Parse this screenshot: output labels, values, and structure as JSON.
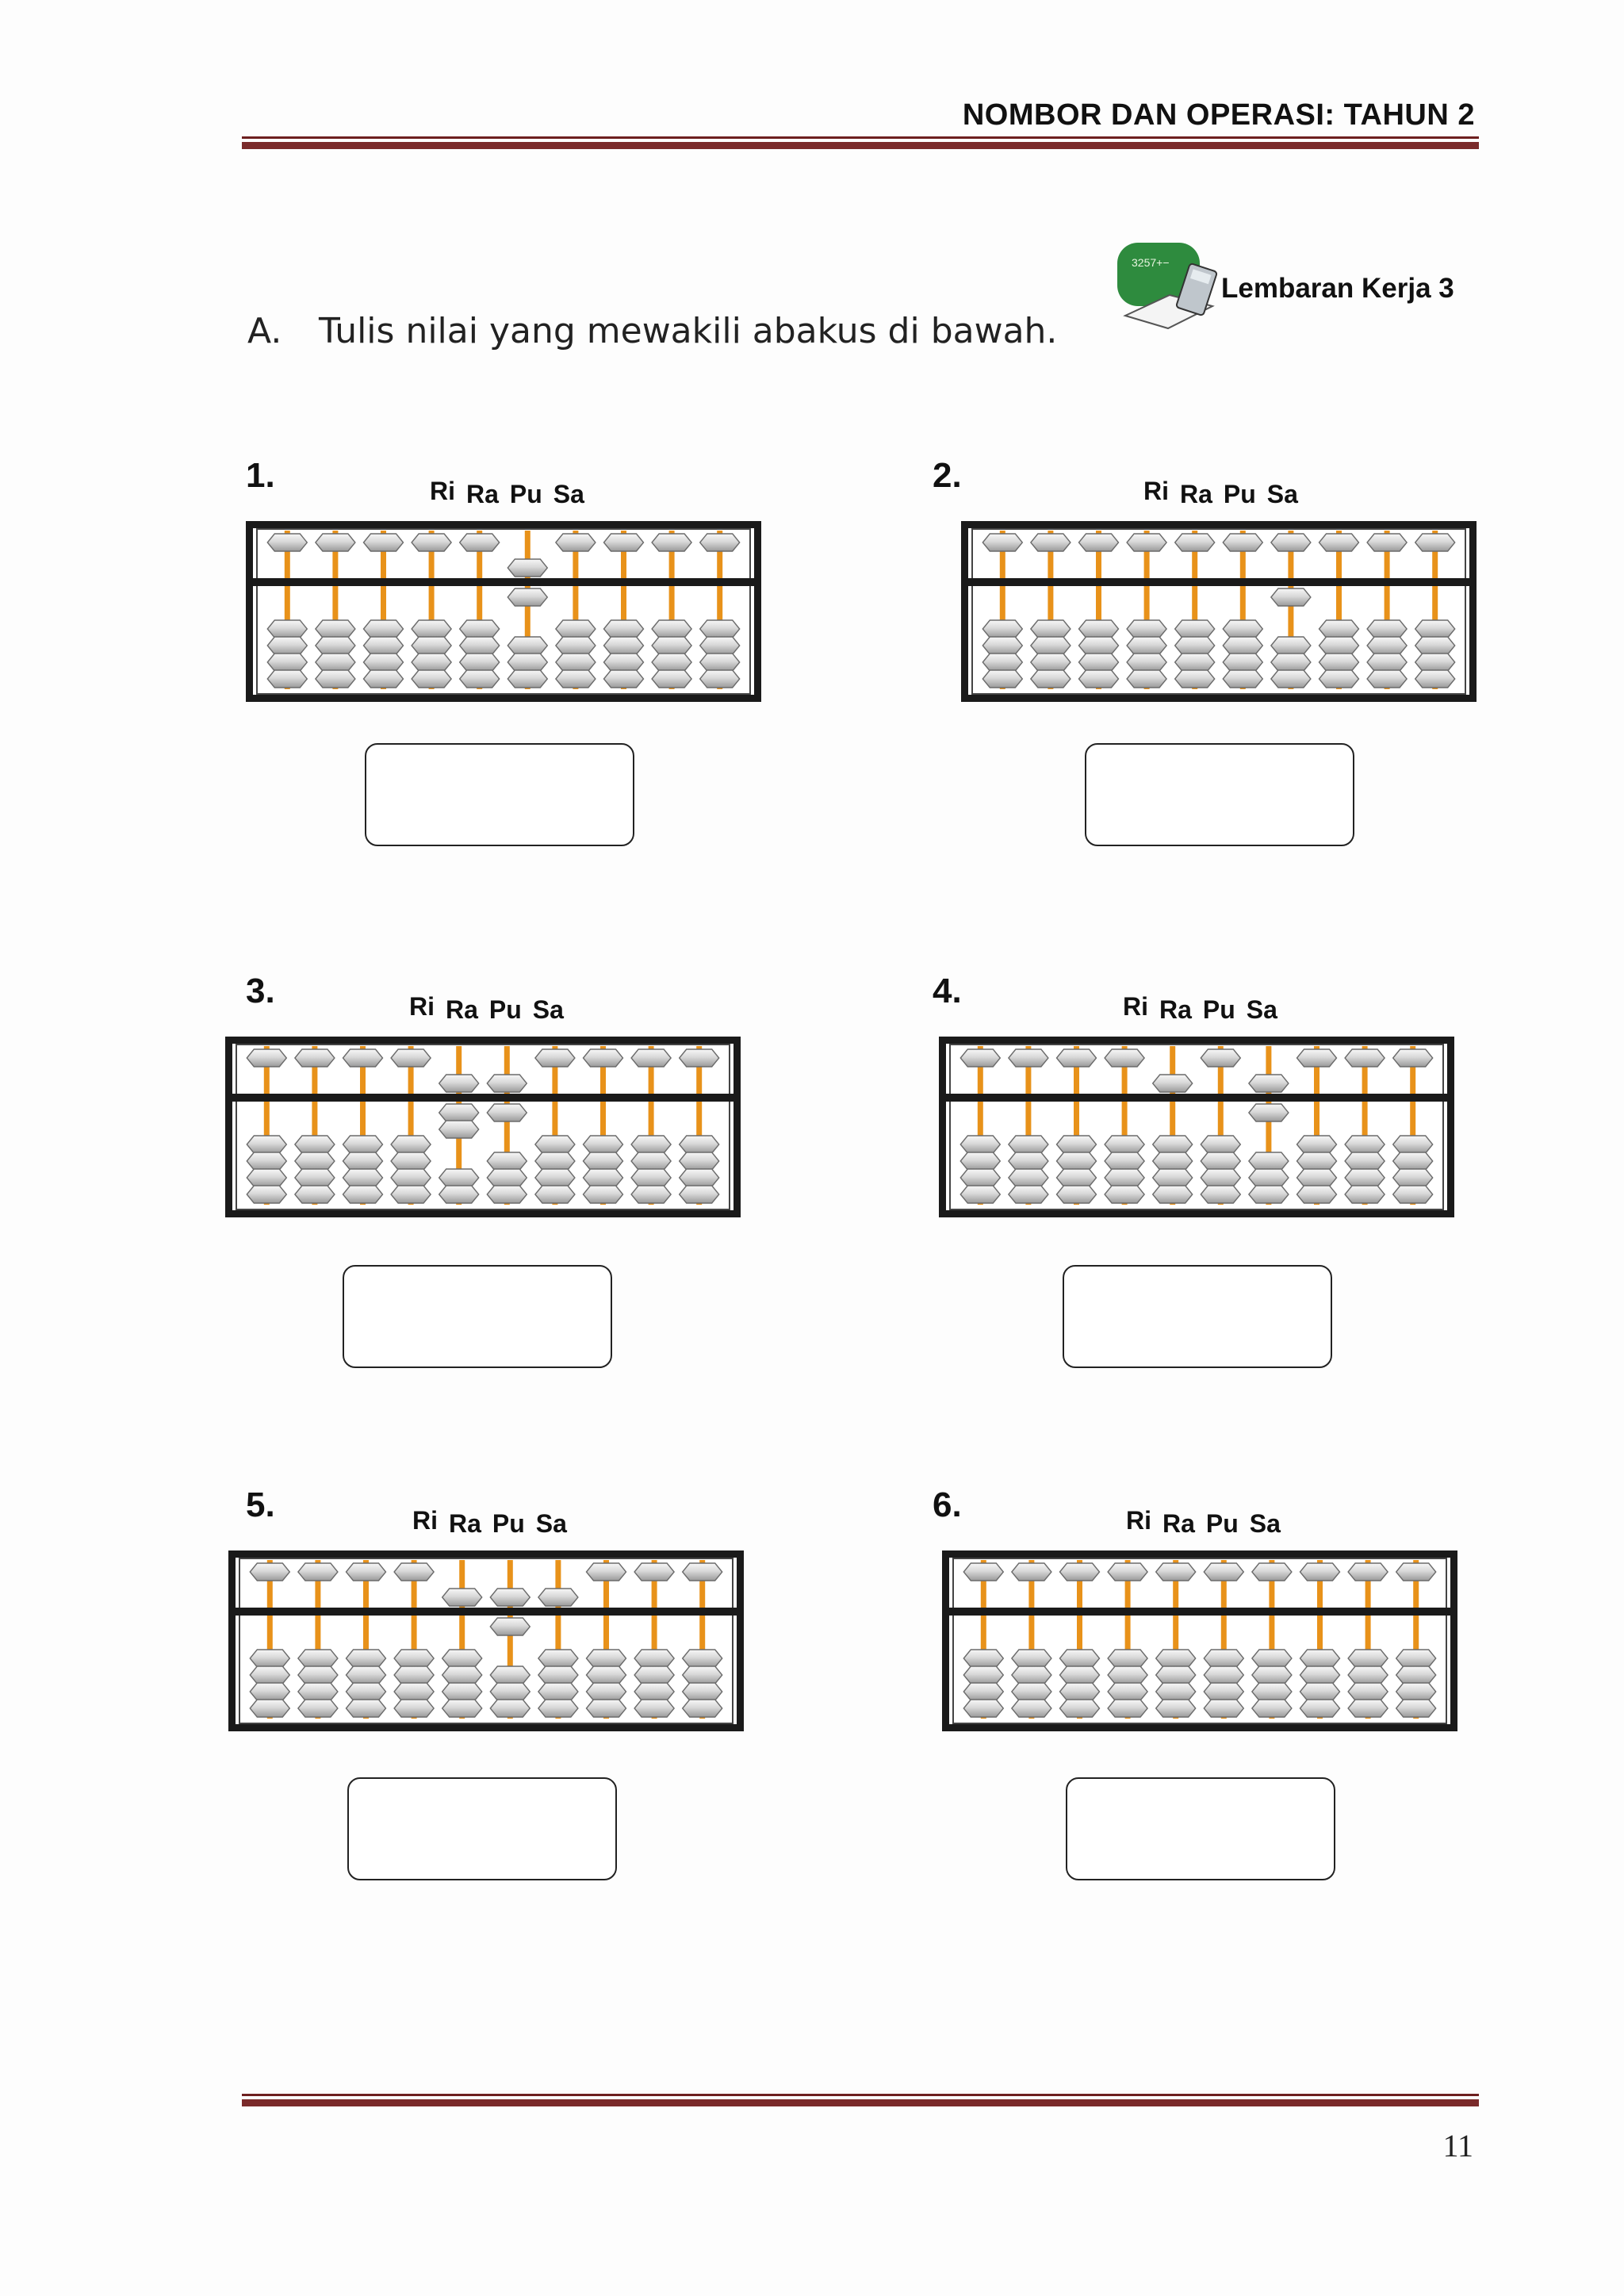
{
  "header": {
    "title": "NOMBOR DAN OPERASI: TAHUN 2"
  },
  "badge": {
    "label": "Lembaran Kerja 3",
    "icon": "calculator-book-icon",
    "icon_text": "3257+−"
  },
  "instruction": {
    "letter": "A.",
    "text": "Tulis nilai yang mewakili abakus di bawah."
  },
  "place_labels": [
    "Ri",
    "Ra",
    "Pu",
    "Sa"
  ],
  "rods_per_abacus": 10,
  "colors": {
    "frame": "#1a1a1a",
    "rod": "#e8921a",
    "bead": "#cfcfcf",
    "rule": "#7a2a2a"
  },
  "items": [
    {
      "number": "1.",
      "heaven_down": [
        0,
        0,
        0,
        0,
        0,
        1,
        0,
        0,
        0,
        0
      ],
      "earth_up": [
        0,
        0,
        0,
        0,
        0,
        1,
        0,
        0,
        0,
        0
      ]
    },
    {
      "number": "2.",
      "heaven_down": [
        0,
        0,
        0,
        0,
        0,
        0,
        0,
        0,
        0,
        0
      ],
      "earth_up": [
        0,
        0,
        0,
        0,
        0,
        0,
        1,
        0,
        0,
        0
      ]
    },
    {
      "number": "3.",
      "heaven_down": [
        0,
        0,
        0,
        0,
        1,
        1,
        0,
        0,
        0,
        0
      ],
      "earth_up": [
        0,
        0,
        0,
        0,
        2,
        1,
        0,
        0,
        0,
        0
      ]
    },
    {
      "number": "4.",
      "heaven_down": [
        0,
        0,
        0,
        0,
        1,
        0,
        1,
        0,
        0,
        0
      ],
      "earth_up": [
        0,
        0,
        0,
        0,
        0,
        0,
        1,
        0,
        0,
        0
      ]
    },
    {
      "number": "5.",
      "heaven_down": [
        0,
        0,
        0,
        0,
        1,
        1,
        1,
        0,
        0,
        0
      ],
      "earth_up": [
        0,
        0,
        0,
        0,
        0,
        1,
        0,
        0,
        0,
        0
      ]
    },
    {
      "number": "6.",
      "heaven_down": [
        0,
        0,
        0,
        0,
        0,
        0,
        0,
        0,
        0,
        0
      ],
      "earth_up": [
        0,
        0,
        0,
        0,
        0,
        0,
        0,
        0,
        0,
        0
      ]
    }
  ],
  "footer": {
    "page_number": "11"
  }
}
